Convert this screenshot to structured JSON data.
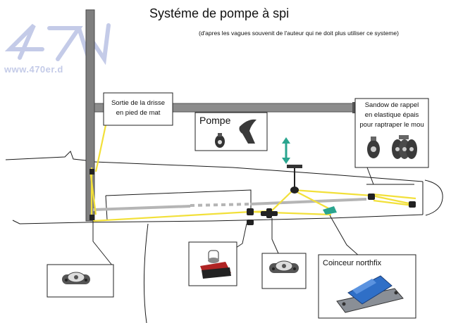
{
  "title": "Systéme de pompe à spi",
  "subtitle": "(d'apres les vagues souvenit de l'auteur qui ne doit plus utiliser ce systeme)",
  "logo": {
    "mark": "470",
    "url": "www.470er.d"
  },
  "callouts": {
    "sortie_drisse": [
      "Sortie de la drisse",
      "en pied de mat"
    ],
    "pompe": "Pompe",
    "sandow": [
      "Sandow de rappel",
      "en elastique épais",
      "pour raptraper le mou"
    ],
    "coinceur": "Coinceur northfix"
  },
  "colors": {
    "hull_line": "#1a1a1a",
    "mast": "#7f7f7f",
    "boom": "#8c8c8c",
    "spinnaker_line": "#f2e03a",
    "grey_line": "#b5b5b5",
    "arrow": "#2aa58f",
    "cleat_jaw": "#2f6fc7",
    "logo": "#c4cbe8"
  },
  "icons": [
    "pulley-block-icon",
    "pump-handle-icon",
    "double-pulley-icon",
    "triple-pulley-icon",
    "fairlead-icon",
    "cam-cleat-icon",
    "northfix-cleat-icon",
    "up-down-arrow-icon"
  ]
}
